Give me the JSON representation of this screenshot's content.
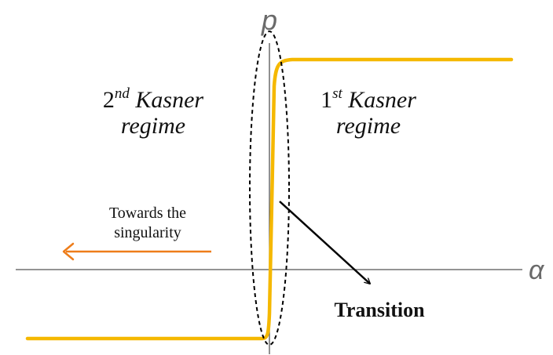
{
  "axes": {
    "y_label": "p",
    "x_label": "α"
  },
  "regimes": {
    "second": {
      "ordinal": "2",
      "suffix": "nd",
      "word": "Kasner",
      "line2": "regime"
    },
    "first": {
      "ordinal": "1",
      "suffix": "st",
      "word": "Kasner",
      "line2": "regime"
    }
  },
  "direction_note": {
    "line1": "Towards the",
    "line2": "singularity"
  },
  "transition_label": "Transition",
  "colors": {
    "curve": "#f5b800",
    "direction_arrow": "#ee7d1a",
    "axes": "#555555",
    "pointer_arrow": "#000000",
    "ellipse": "#000000"
  }
}
